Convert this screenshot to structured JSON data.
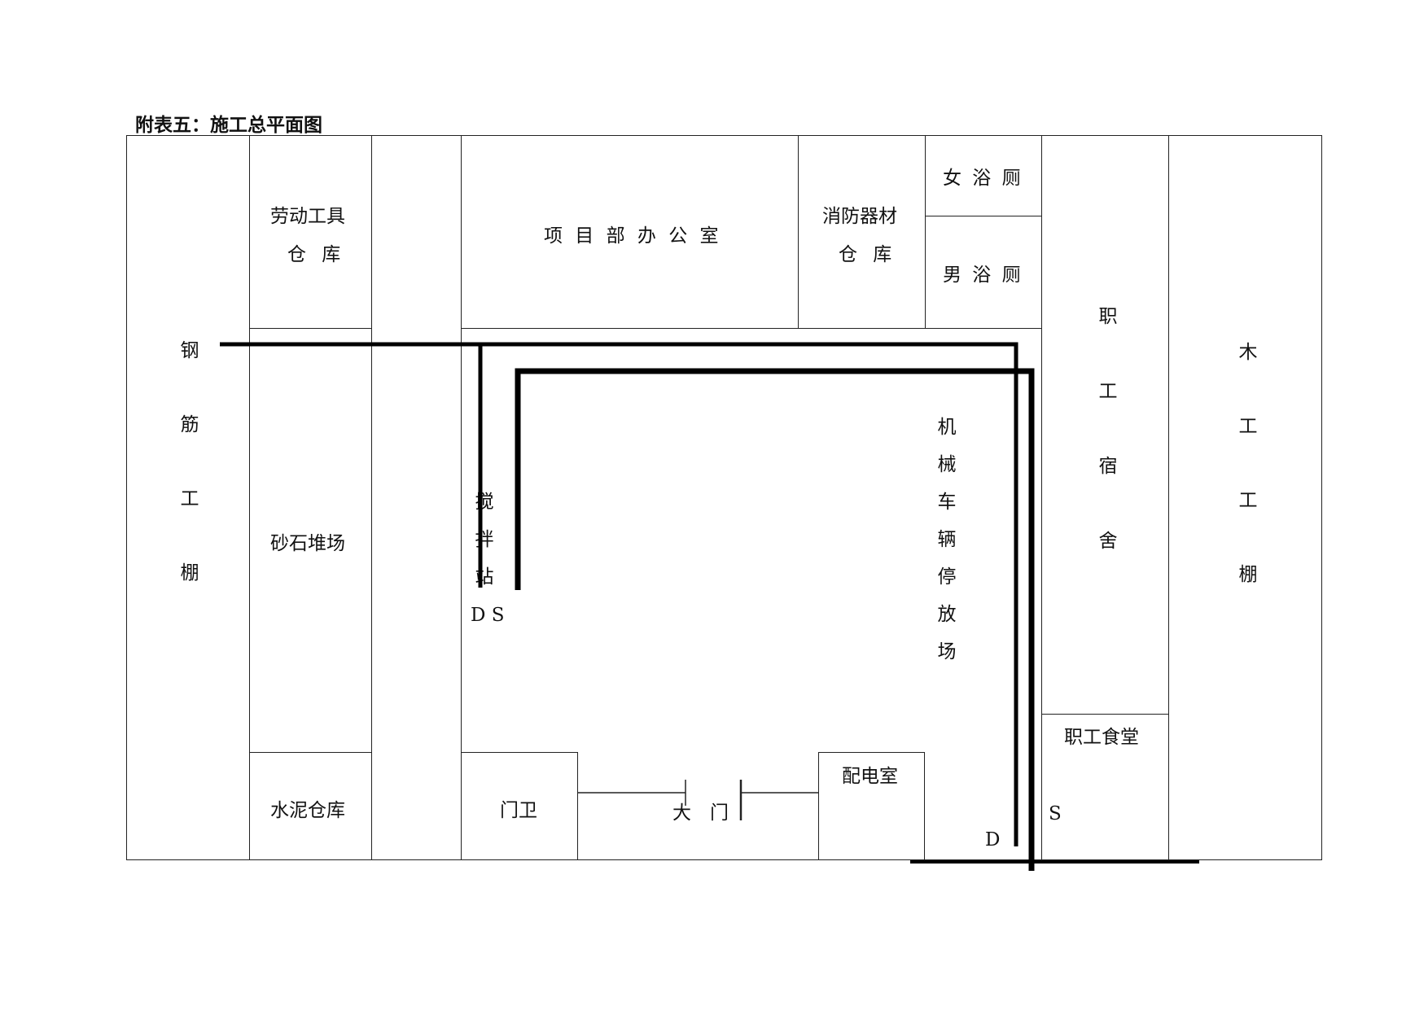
{
  "title": "附表五：施工总平面图",
  "colors": {
    "line": "#222222",
    "pipe": "#000000",
    "background": "#ffffff"
  },
  "areas": {
    "rebar_shed": "钢筋工棚",
    "tool_warehouse_line1": "劳动工具",
    "tool_warehouse_line2": "仓 库",
    "sand_stone_yard": "砂石堆场",
    "cement_warehouse": "水泥仓库",
    "project_office": "项 目 部 办 公 室",
    "fire_equipment_line1": "消防器材",
    "fire_equipment_line2": "仓 库",
    "female_bath_toilet": "女 浴 厕",
    "male_bath_toilet": "男 浴 厕",
    "staff_dormitory": "职工宿舍",
    "carpentry_shed": "木工工棚",
    "staff_canteen": "职工食堂",
    "mixing_station": "搅拌站",
    "ds_marker": "D S",
    "vehicle_parking": "机械车辆停放场",
    "guard_room": "门卫",
    "main_gate": "大　门",
    "power_room": "配电室",
    "d_marker": "D",
    "s_marker": "S"
  }
}
